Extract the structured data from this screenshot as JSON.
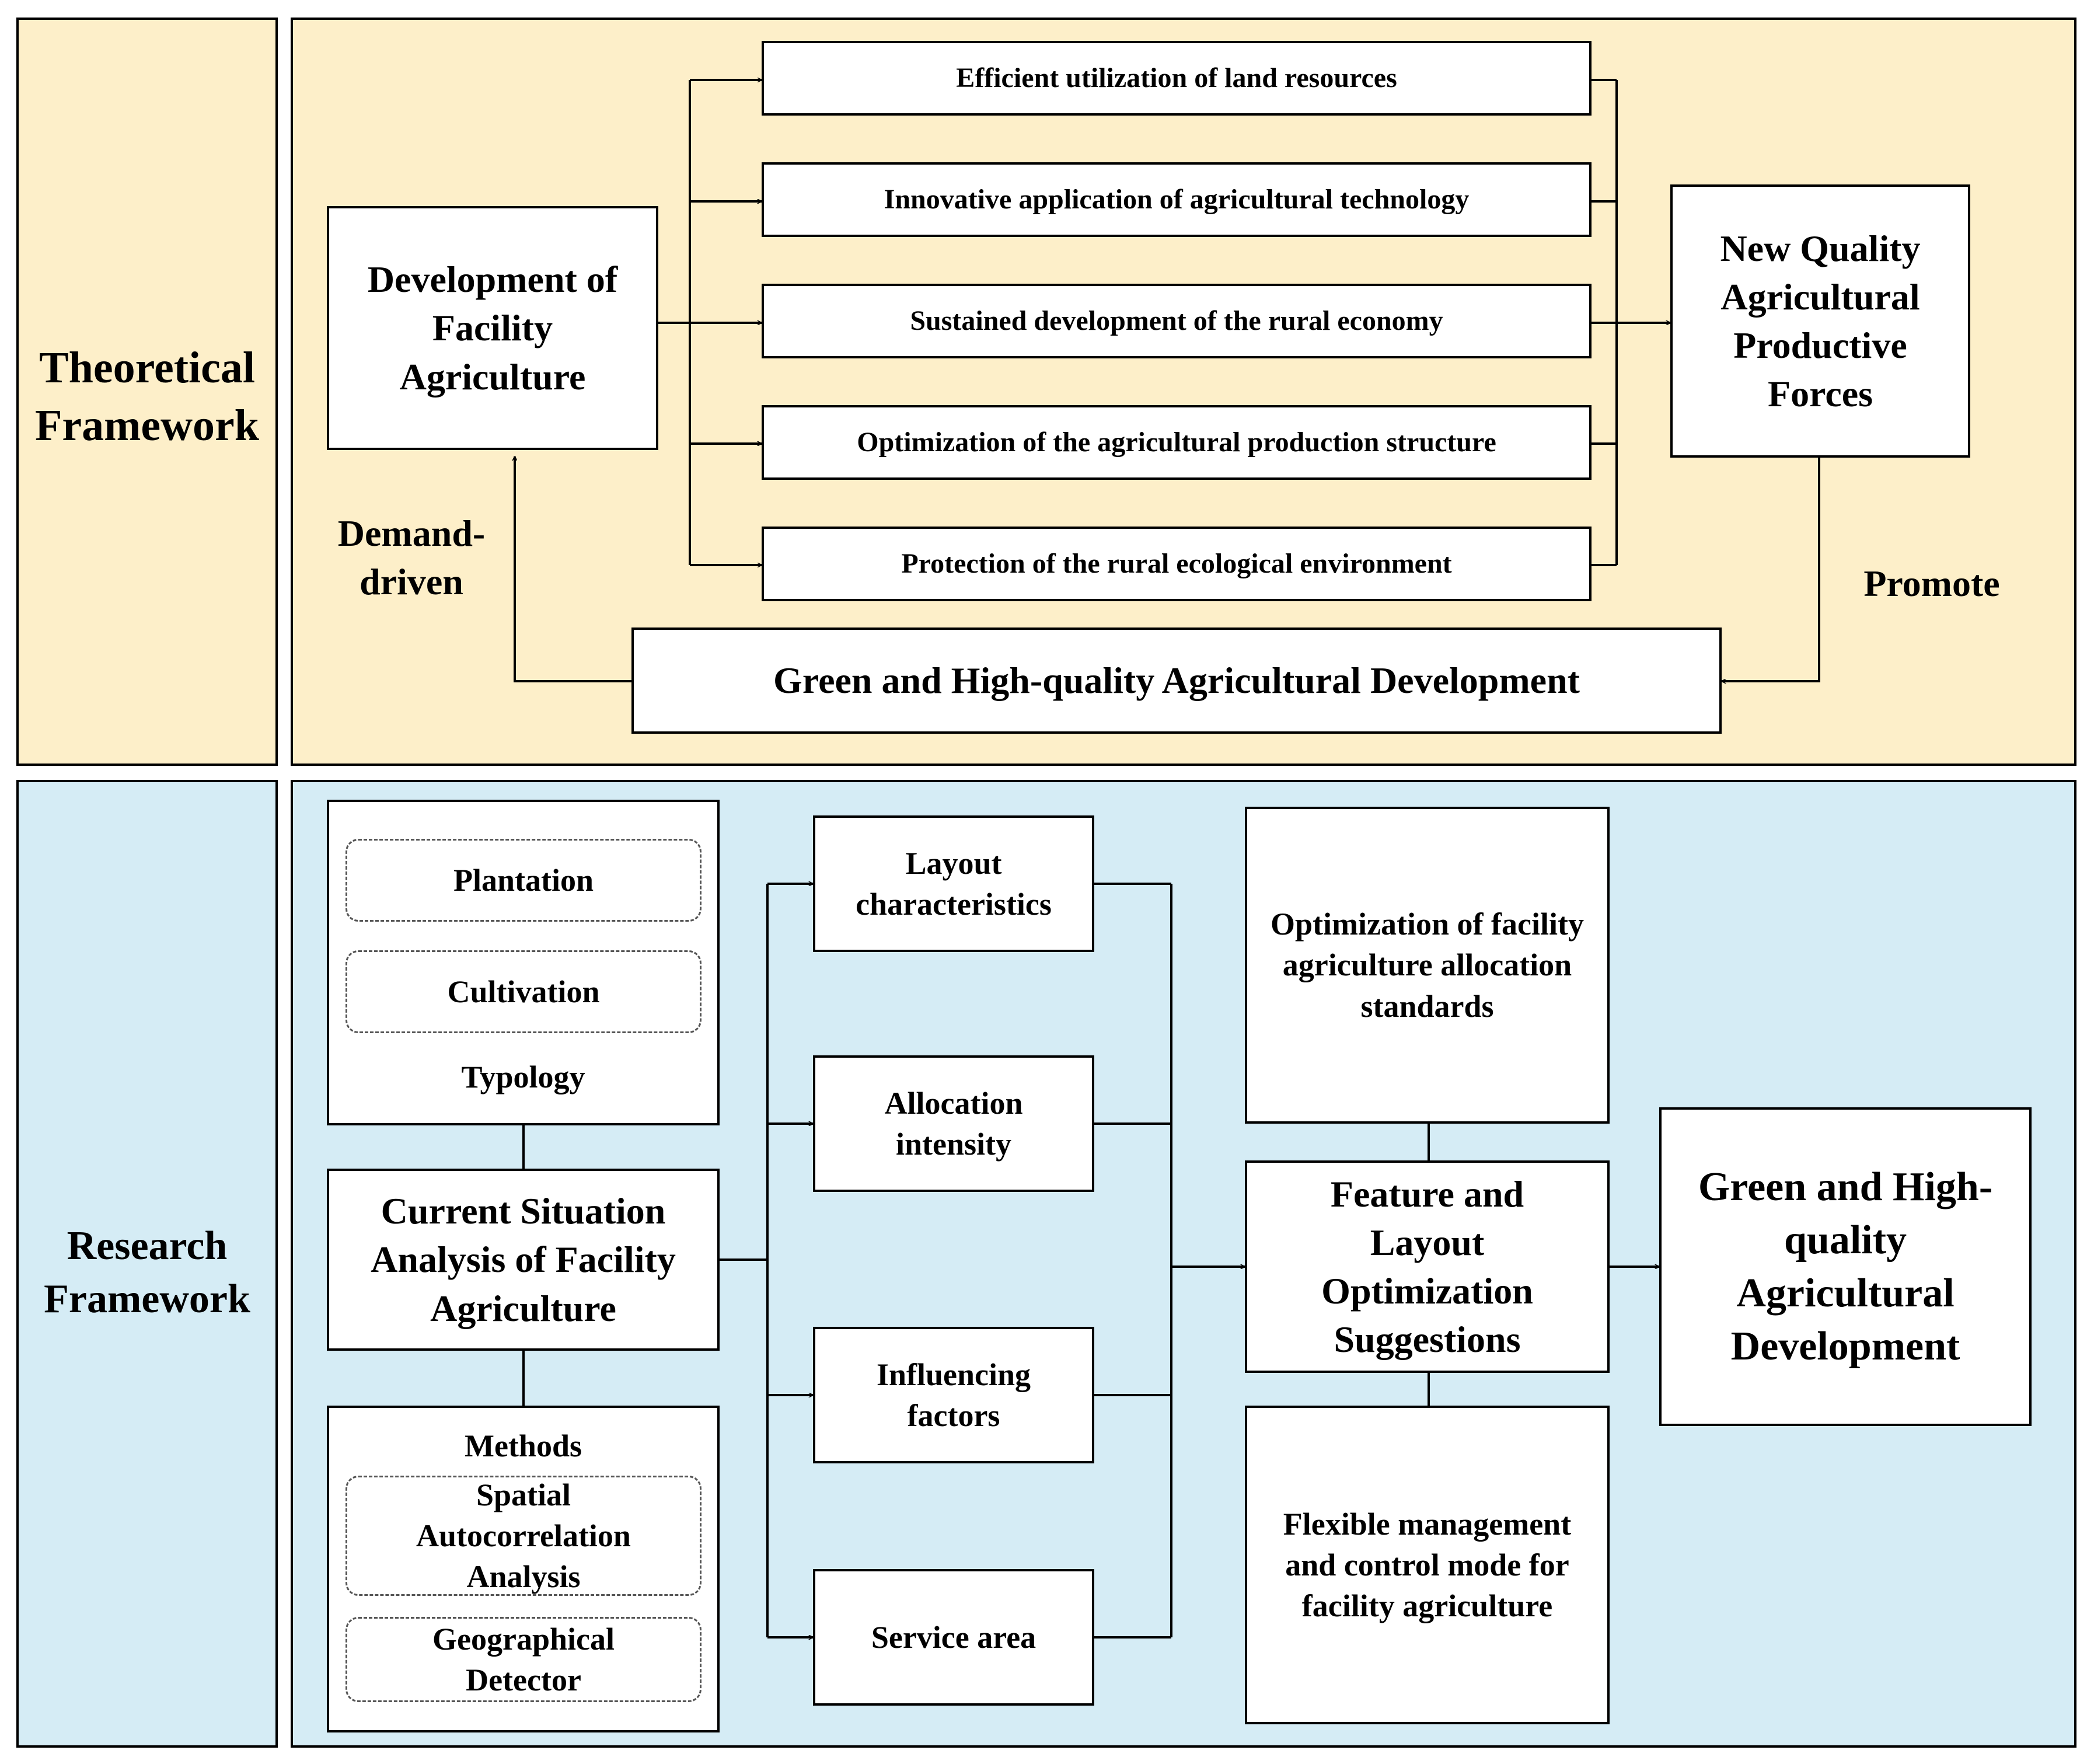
{
  "sections": {
    "theory_label": "Theoretical Framework",
    "research_label": "Research Framework"
  },
  "theory": {
    "source": "Development of Facility Agriculture",
    "effects": [
      "Efficient utilization of land resources",
      "Innovative application of agricultural technology",
      "Sustained development of the rural economy",
      "Optimization of the agricultural production structure",
      "Protection of the rural ecological environment"
    ],
    "target": "New Quality Agricultural Productive Forces",
    "outcome": "Green and High-quality Agricultural Development",
    "demand_label": "Demand-driven",
    "promote_label": "Promote"
  },
  "research": {
    "typology_items": [
      "Plantation",
      "Cultivation"
    ],
    "typology_title": "Typology",
    "analysis": "Current Situation Analysis of Facility Agriculture",
    "methods_title": "Methods",
    "methods_items": [
      "Spatial Autocorrelation Analysis",
      "Geographical Detector"
    ],
    "aspects": [
      "Layout characteristics",
      "Allocation intensity",
      "Influencing factors",
      "Service area"
    ],
    "optimization": "Optimization of facility agriculture allocation standards",
    "suggestions": "Feature and Layout Optimization Suggestions",
    "flexible": "Flexible management and control mode for facility agriculture",
    "goal": "Green and High-quality Agricultural Development"
  },
  "colors": {
    "theory_bg": "#fdefc9",
    "research_bg": "#d5ecf5",
    "line": "#000000"
  }
}
